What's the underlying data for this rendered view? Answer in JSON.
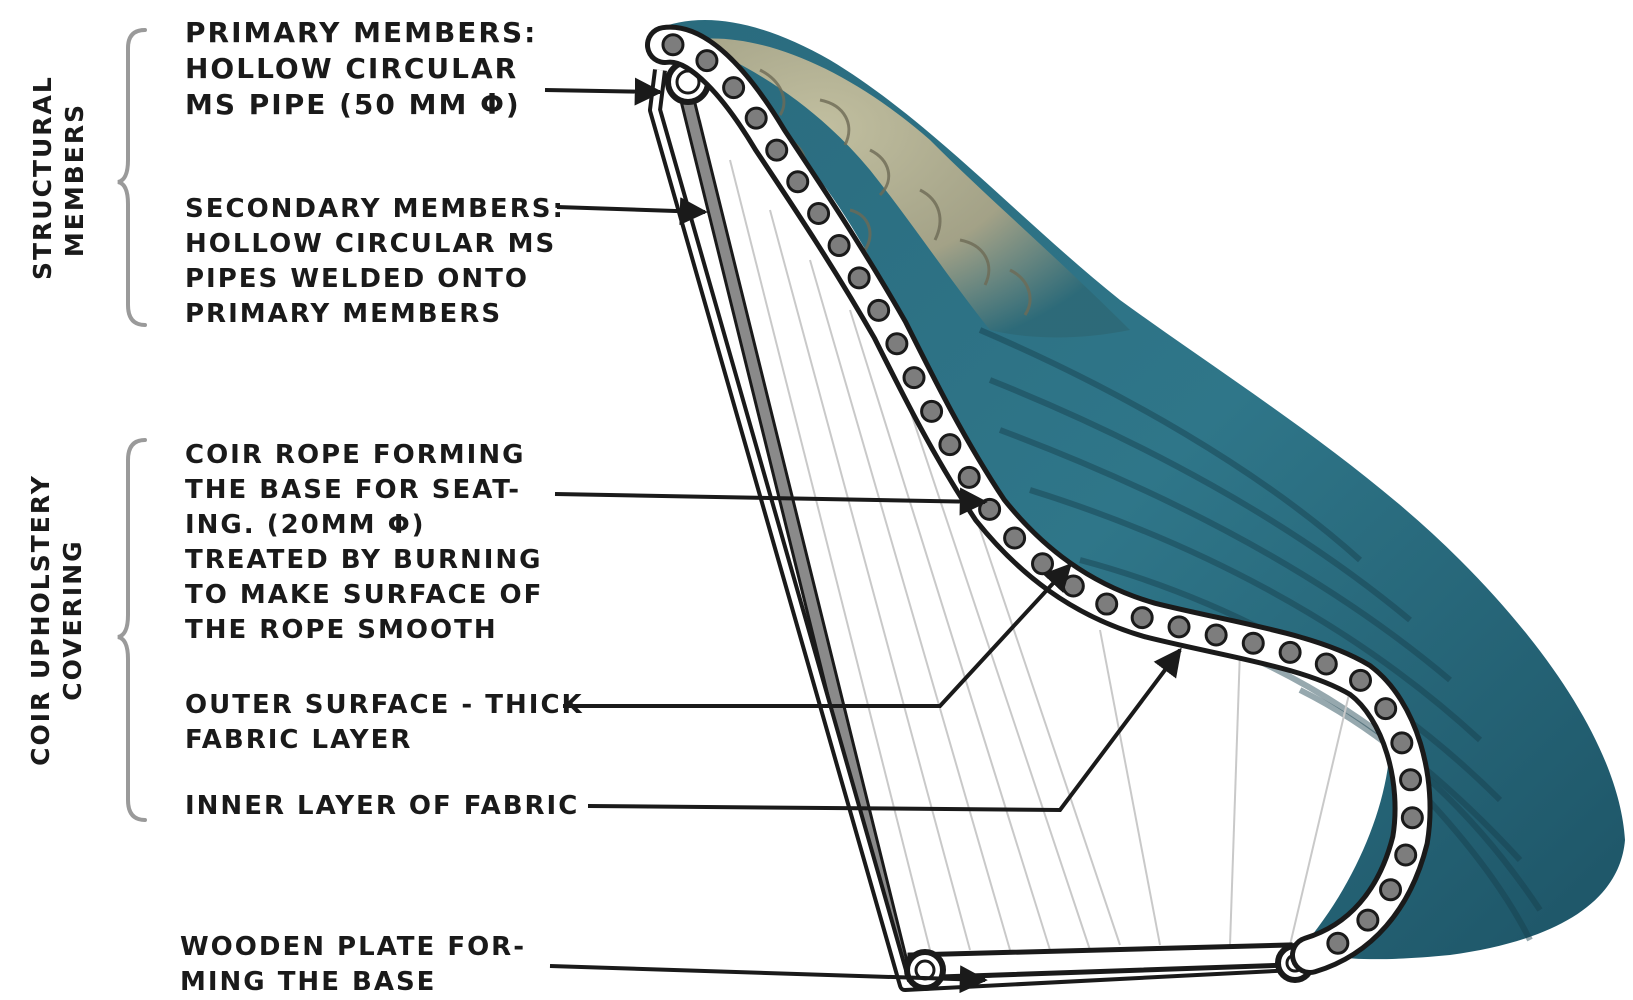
{
  "groups": {
    "structural": {
      "title_lines": [
        "STRUCTURAL",
        "MEMBERS"
      ]
    },
    "upholstery": {
      "title_lines": [
        "COIR UPHOLSTERY",
        "COVERING"
      ]
    }
  },
  "labels": {
    "primary": [
      "PRIMARY MEMBERS:",
      "HOLLOW CIRCULAR",
      "MS PIPE (50 mm ϕ)"
    ],
    "secondary": [
      "SECONDARY MEMBERS:",
      "HOLLOW CIRCULAR MS",
      "PIPES WELDED ONTO",
      "PRIMARY MEMBERS"
    ],
    "coir_rope": [
      "COIR ROPE FORMING",
      "THE BASE FOR SEAT-",
      "ING. (20mm ϕ)",
      "TREATED BY BURNING",
      "TO MAKE SURFACE OF",
      "THE ROPE SMOOTH"
    ],
    "outer_surface": [
      "OUTER SURFACE - THICK",
      "FABRIC LAYER"
    ],
    "inner_layer": [
      "INNER LAYER OF FABRIC"
    ],
    "wooden_plate": [
      "WOODEN PLATE FOR-",
      "MING THE BASE"
    ]
  },
  "colors": {
    "fabric_dark": "#1f5a6e",
    "fabric_mid": "#2f7689",
    "fabric_light": "#4a8d9c",
    "pattern": "#b9b393",
    "ink": "#1a1a1a",
    "pipe_fill": "#8a8a8a",
    "rope_fill": "#7d7d7d",
    "bracket": "#9a9a9a"
  }
}
